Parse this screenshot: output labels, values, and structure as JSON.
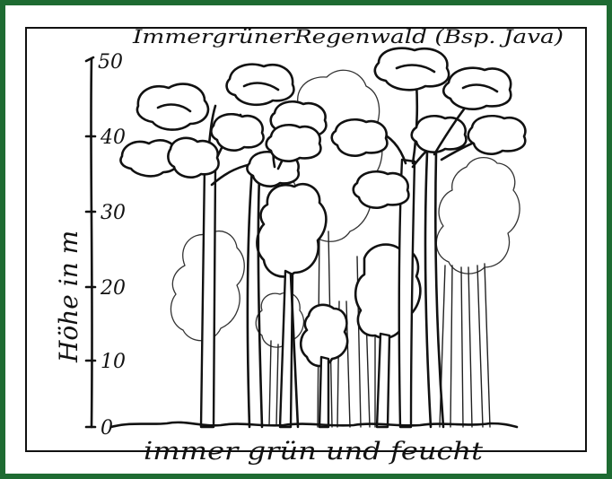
{
  "diagram": {
    "title": "ImmergrünerRegenwald (Bsp. Java)",
    "y_axis_label": "Höhe in m",
    "y_ticks": [
      "50",
      "40",
      "30",
      "20",
      "10",
      "0"
    ],
    "caption": "immer grün und feucht"
  },
  "colors": {
    "border": "#1e6b32",
    "ink": "#111111",
    "background": "#ffffff"
  }
}
